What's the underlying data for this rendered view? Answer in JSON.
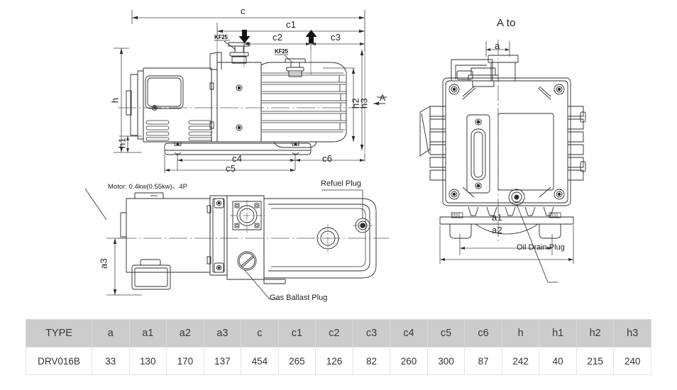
{
  "views": {
    "side": {
      "name": "side-elevation-view",
      "dimensions": {
        "c": "c",
        "c1": "c1",
        "c2": "c2",
        "c3": "c3",
        "c4": "c4",
        "c5": "c5",
        "c6": "c6",
        "h": "h",
        "h1": "h1",
        "h2": "h2",
        "h3": "h3"
      },
      "port_labels": [
        "KF25",
        "KF25"
      ],
      "section_mark": "A"
    },
    "plan": {
      "name": "plan-view",
      "motor_note": "Motor: 0.4kw(0.55kw)、4P",
      "callouts": {
        "refuel_plug": "Refuel Plug",
        "gas_ballast_plug": "Gas Ballast Plug"
      },
      "dimensions": {
        "a3": "a3"
      }
    },
    "section_a": {
      "name": "section-a-view",
      "title": "A to",
      "dimensions": {
        "a": "a",
        "a1": "a1",
        "a2": "a2"
      },
      "callouts": {
        "oil_drain_plug": "Oil Drain Plug"
      }
    }
  },
  "spec_table": {
    "headers": [
      "TYPE",
      "a",
      "a1",
      "a2",
      "a3",
      "c",
      "c1",
      "c2",
      "c3",
      "c4",
      "c5",
      "c6",
      "h",
      "h1",
      "h2",
      "h3"
    ],
    "rows": [
      [
        "DRV016B",
        "33",
        "130",
        "170",
        "137",
        "454",
        "265",
        "126",
        "82",
        "260",
        "300",
        "87",
        "242",
        "40",
        "215",
        "240"
      ]
    ]
  },
  "colors": {
    "line": "#2b2b2b",
    "header_bg": "#cccccc",
    "cell_bg": "#ffffff",
    "border": "#e3e3e3",
    "page_bg": "#ffffff"
  }
}
